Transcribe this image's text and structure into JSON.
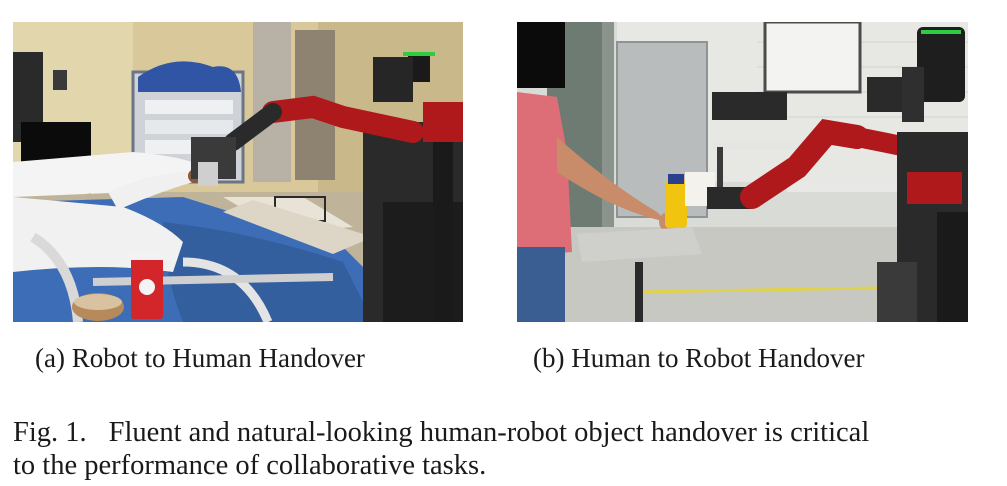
{
  "subfigures": [
    {
      "id": "a",
      "label": "(a)",
      "caption": "Robot to Human Handover",
      "photo": "robot-to-human-handover-photo"
    },
    {
      "id": "b",
      "label": "(b)",
      "caption": "Human to Robot Handover",
      "photo": "human-to-robot-handover-photo"
    }
  ],
  "figure_caption": {
    "label": "Fig. 1.",
    "line1": "Fluent and natural-looking human-robot object handover is critical",
    "line2": "to the performance of collaborative tasks."
  },
  "colors": {
    "robot_red": "#b0191c",
    "robot_dark": "#1e1e1e",
    "blanket_blue": "#3c6fb8",
    "shirt_pink": "#dd6e78",
    "yellow_bottle": "#f1c40f"
  }
}
